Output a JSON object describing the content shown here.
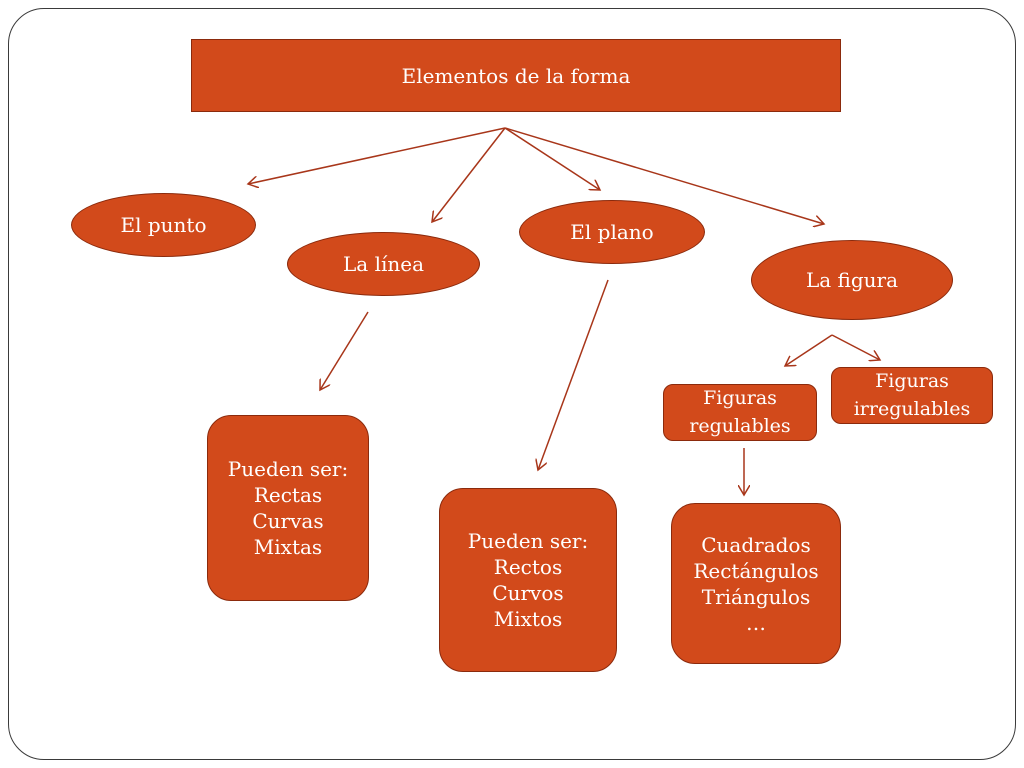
{
  "colors": {
    "fill": "#D24A1B",
    "stroke": "#8B2A0C",
    "arrow": "#A8361A",
    "text": "#FFFFFF"
  },
  "title": "Elementos de la forma",
  "nodes": {
    "punto": "El punto",
    "linea": "La línea",
    "plano": "El plano",
    "figura": "La figura",
    "figuras_regulables": [
      "Figuras",
      "regulables"
    ],
    "figuras_irregulables": [
      "Figuras",
      "irregulables"
    ]
  },
  "details": {
    "linea": [
      "Pueden ser:",
      "Rectas",
      "Curvas",
      "Mixtas"
    ],
    "plano": [
      "Pueden ser:",
      "Rectos",
      "Curvos",
      "Mixtos"
    ],
    "regulables": [
      "Cuadrados",
      "Rectángulos",
      "Triángulos",
      "…"
    ]
  }
}
